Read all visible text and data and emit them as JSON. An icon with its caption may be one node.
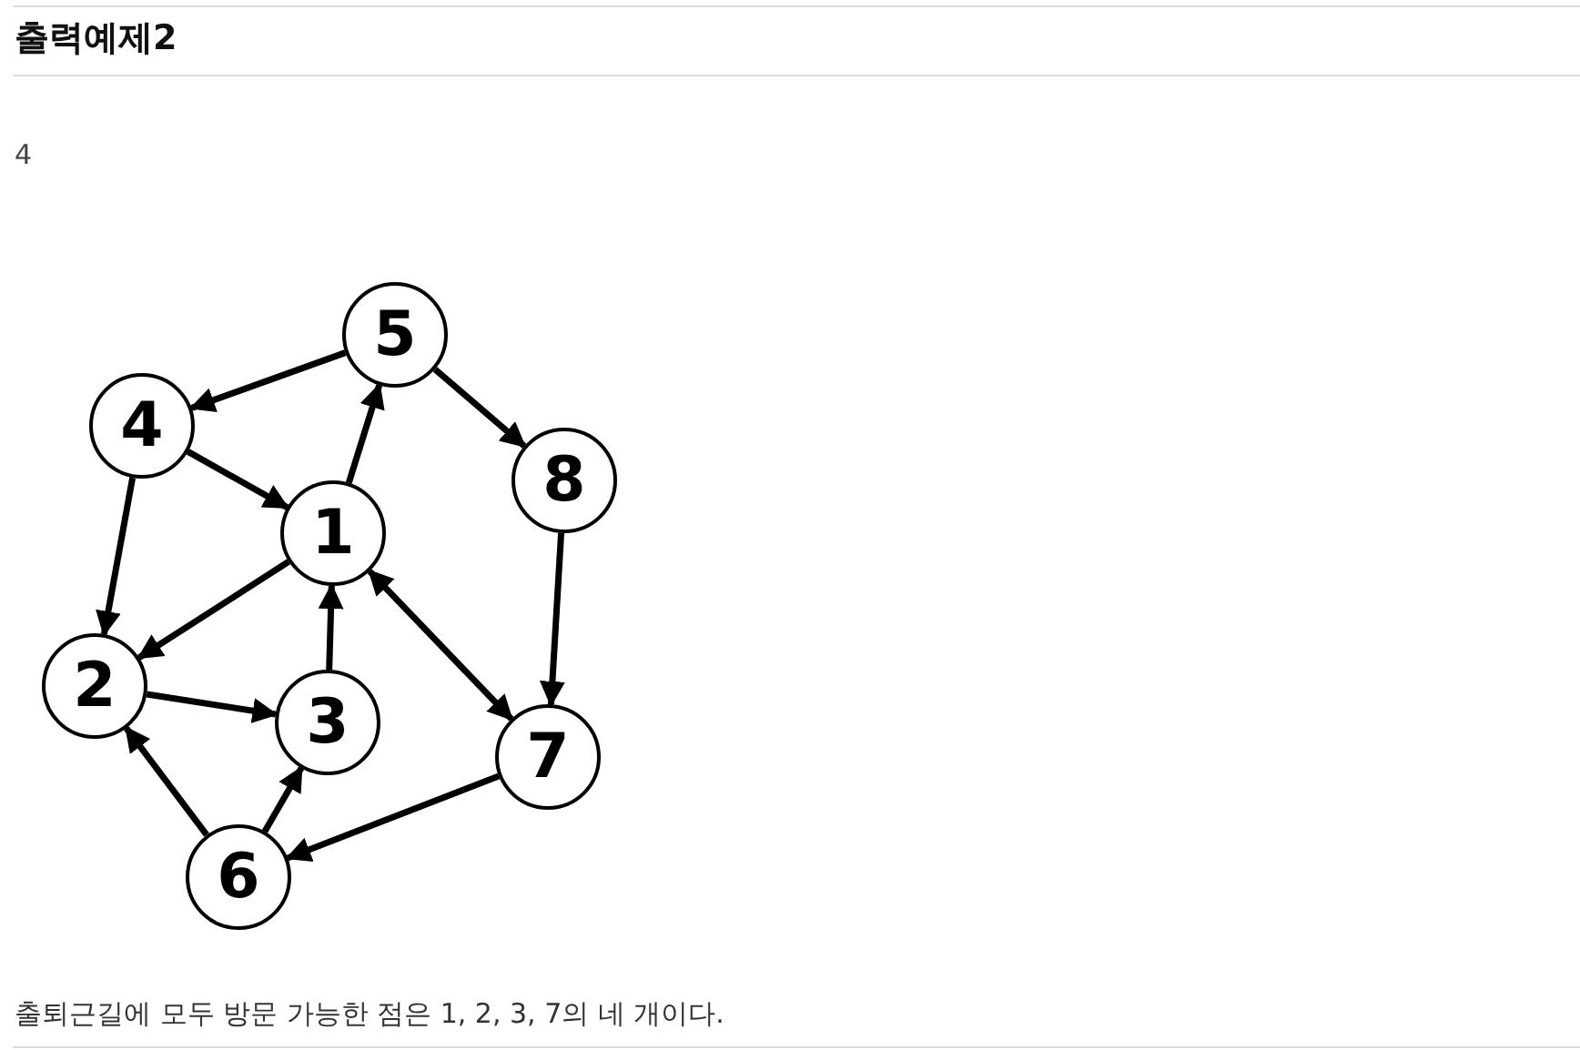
{
  "diagram": {
    "title": "출력예제2",
    "caption": "출퇴근길에 모두 방문 가능한 점은 1, 2, 3, 7의 네 개이다.",
    "labels": [
      "4"
    ],
    "nodes": [
      {
        "text": [
          "1"
        ]
      },
      {
        "text": [
          "2"
        ]
      },
      {
        "text": [
          "3"
        ]
      },
      {
        "text": [
          "4"
        ]
      },
      {
        "text": [
          "5"
        ]
      },
      {
        "text": [
          "6"
        ]
      },
      {
        "text": [
          "7"
        ]
      },
      {
        "text": [
          "8"
        ]
      }
    ],
    "edges": [
      {
        "from": 4,
        "to": 3,
        "arrow": "to"
      },
      {
        "from": 4,
        "to": 7,
        "arrow": "to"
      },
      {
        "from": 3,
        "to": 0,
        "arrow": "to"
      },
      {
        "from": 3,
        "to": 1,
        "arrow": "to"
      },
      {
        "from": 0,
        "to": 4,
        "arrow": "to"
      },
      {
        "from": 0,
        "to": 1,
        "arrow": "to"
      },
      {
        "from": 0,
        "to": 6,
        "arrow": "both"
      },
      {
        "from": 7,
        "to": 6,
        "arrow": "to"
      },
      {
        "from": 1,
        "to": 2,
        "arrow": "to"
      },
      {
        "from": 2,
        "to": 0,
        "arrow": "to"
      },
      {
        "from": 5,
        "to": 1,
        "arrow": "to"
      },
      {
        "from": 5,
        "to": 2,
        "arrow": "to"
      },
      {
        "from": 6,
        "to": 5,
        "arrow": "to"
      }
    ]
  }
}
